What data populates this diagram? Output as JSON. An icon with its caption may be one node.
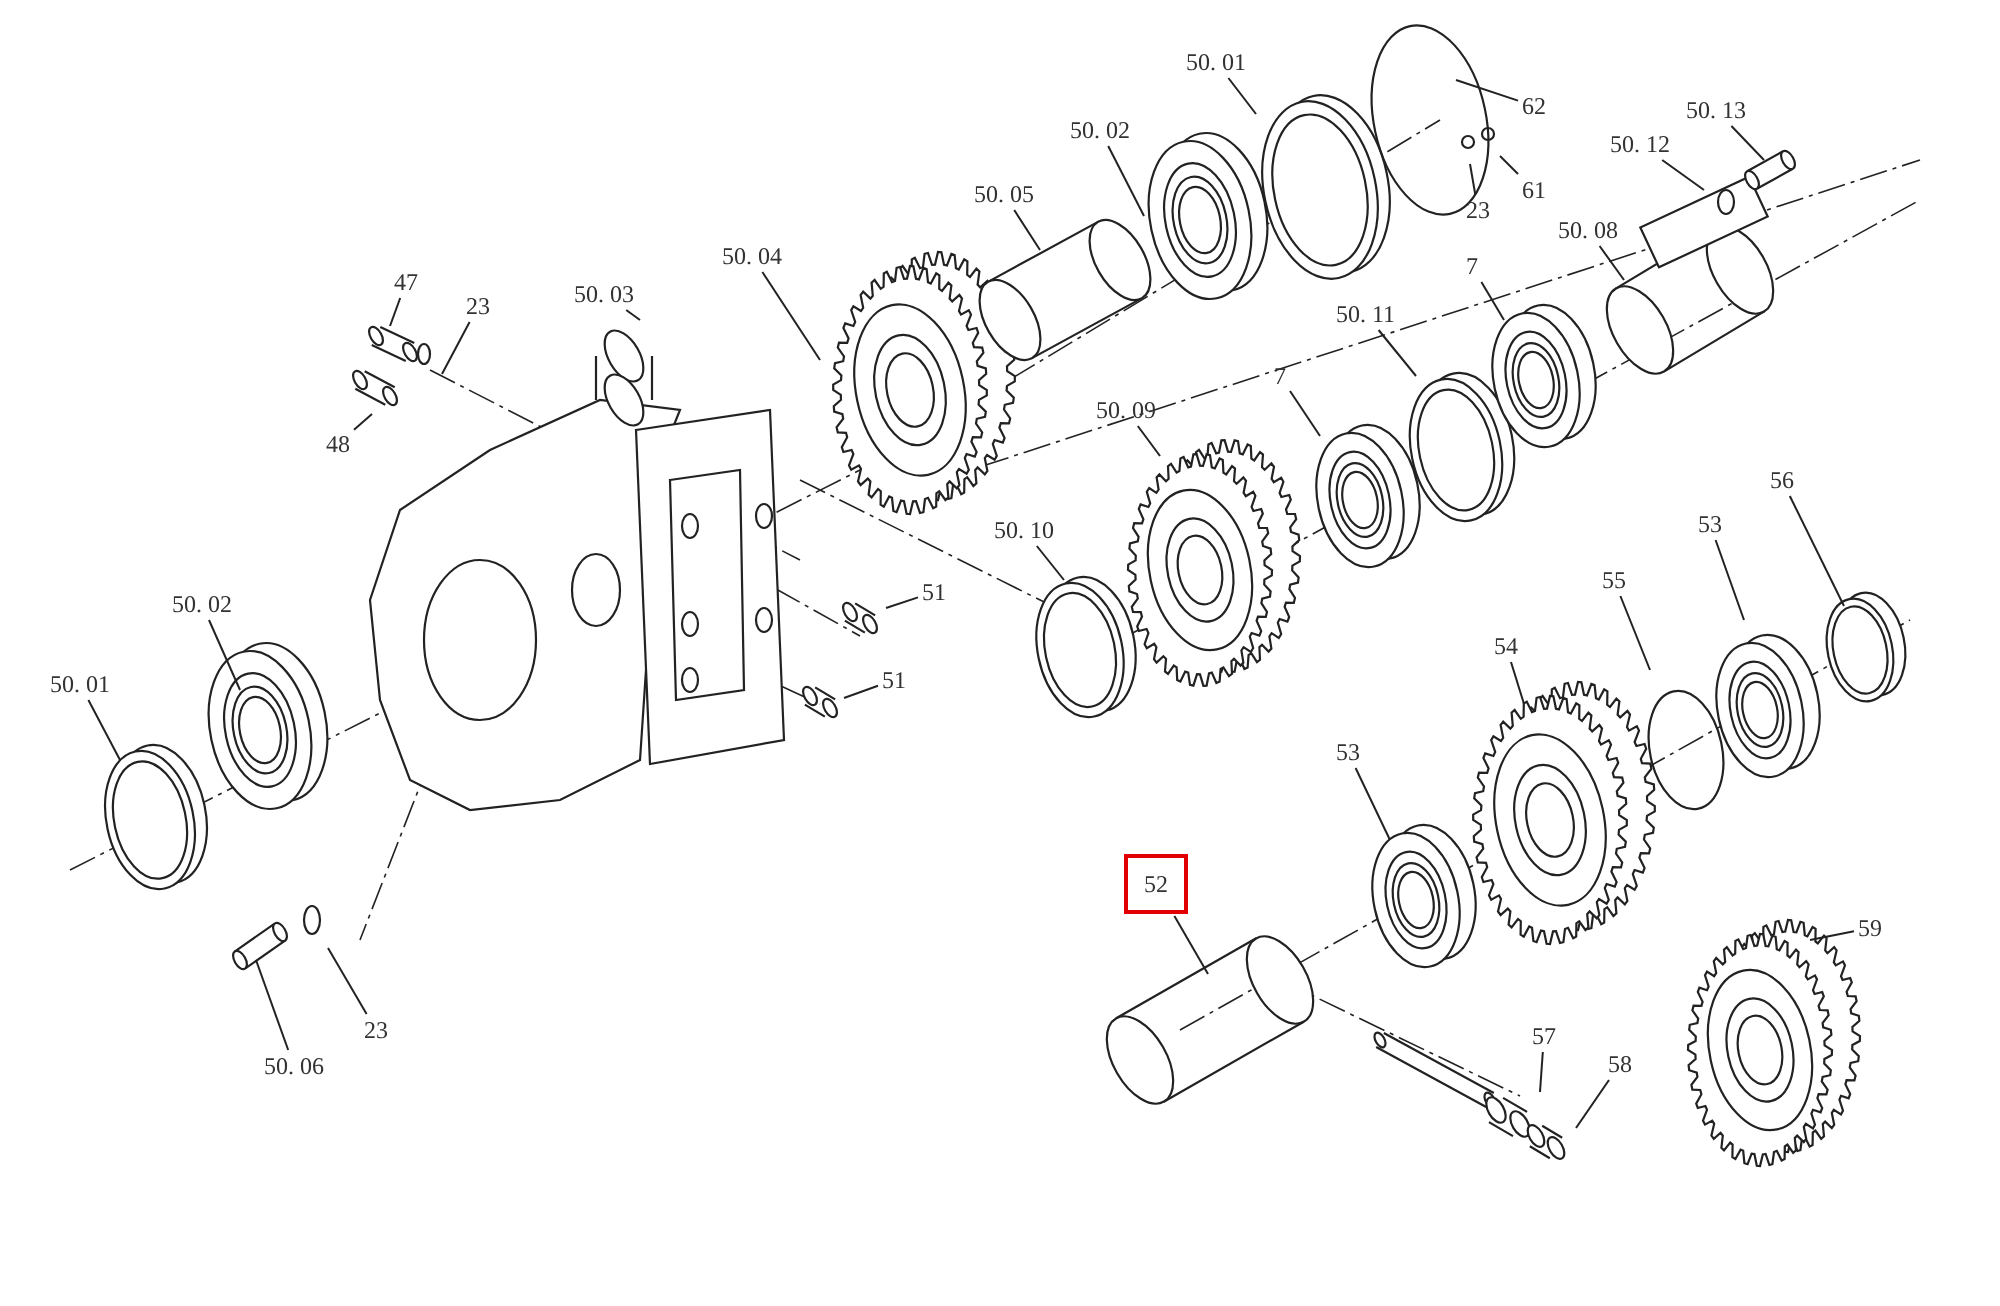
{
  "diagram": {
    "nodes": [
      {
        "text": [
          "50. 01"
        ]
      },
      {
        "text": [
          "62"
        ]
      },
      {
        "text": [
          "50. 13"
        ]
      },
      {
        "text": [
          "50. 02"
        ]
      },
      {
        "text": [
          "50. 12"
        ]
      },
      {
        "text": [
          "23"
        ]
      },
      {
        "text": [
          "61"
        ]
      },
      {
        "text": [
          "50. 05"
        ]
      },
      {
        "text": [
          "50. 04"
        ]
      },
      {
        "text": [
          "50. 08"
        ]
      },
      {
        "text": [
          "47"
        ]
      },
      {
        "text": [
          "23"
        ]
      },
      {
        "text": [
          "50. 03"
        ]
      },
      {
        "text": [
          "7"
        ]
      },
      {
        "text": [
          "50. 11"
        ]
      },
      {
        "text": [
          "7"
        ]
      },
      {
        "text": [
          "50. 09"
        ]
      },
      {
        "text": [
          "48"
        ]
      },
      {
        "text": [
          "56"
        ]
      },
      {
        "text": [
          "50. 10"
        ]
      },
      {
        "text": [
          "53"
        ]
      },
      {
        "text": [
          "55"
        ]
      },
      {
        "text": [
          "50. 02"
        ]
      },
      {
        "text": [
          "51"
        ]
      },
      {
        "text": [
          "54"
        ]
      },
      {
        "text": [
          "50. 01"
        ]
      },
      {
        "text": [
          "51"
        ]
      },
      {
        "text": [
          "53"
        ]
      },
      {
        "text": [
          "52"
        ]
      },
      {
        "text": [
          "59"
        ]
      },
      {
        "text": [
          "23"
        ]
      },
      {
        "text": [
          "57"
        ]
      },
      {
        "text": [
          "58"
        ]
      },
      {
        "text": [
          "50. 06"
        ]
      }
    ],
    "edges": [
      {
        "from": 0,
        "to": null,
        "arrow": "none"
      },
      {
        "from": 1,
        "to": null,
        "arrow": "none"
      },
      {
        "from": 2,
        "to": null,
        "arrow": "none"
      },
      {
        "from": 3,
        "to": null,
        "arrow": "none"
      },
      {
        "from": 4,
        "to": null,
        "arrow": "none"
      },
      {
        "from": 5,
        "to": null,
        "arrow": "none"
      },
      {
        "from": 6,
        "to": null,
        "arrow": "none"
      },
      {
        "from": 7,
        "to": null,
        "arrow": "none"
      },
      {
        "from": 8,
        "to": null,
        "arrow": "none"
      },
      {
        "from": 9,
        "to": null,
        "arrow": "none"
      },
      {
        "from": 10,
        "to": null,
        "arrow": "none"
      },
      {
        "from": 11,
        "to": null,
        "arrow": "none"
      },
      {
        "from": 12,
        "to": null,
        "arrow": "none"
      },
      {
        "from": 13,
        "to": null,
        "arrow": "none"
      },
      {
        "from": 14,
        "to": null,
        "arrow": "none"
      },
      {
        "from": 15,
        "to": null,
        "arrow": "none"
      },
      {
        "from": 16,
        "to": null,
        "arrow": "none"
      },
      {
        "from": 17,
        "to": null,
        "arrow": "none"
      },
      {
        "from": 18,
        "to": null,
        "arrow": "none"
      },
      {
        "from": 19,
        "to": null,
        "arrow": "none"
      },
      {
        "from": 20,
        "to": null,
        "arrow": "none"
      },
      {
        "from": 21,
        "to": null,
        "arrow": "none"
      },
      {
        "from": 22,
        "to": null,
        "arrow": "none"
      },
      {
        "from": 23,
        "to": null,
        "arrow": "none"
      },
      {
        "from": 24,
        "to": null,
        "arrow": "none"
      },
      {
        "from": 25,
        "to": null,
        "arrow": "none"
      },
      {
        "from": 26,
        "to": null,
        "arrow": "none"
      },
      {
        "from": 27,
        "to": null,
        "arrow": "none"
      },
      {
        "from": 28,
        "to": null,
        "arrow": "none"
      },
      {
        "from": 29,
        "to": null,
        "arrow": "none"
      },
      {
        "from": 30,
        "to": null,
        "arrow": "none"
      },
      {
        "from": 31,
        "to": null,
        "arrow": "none"
      },
      {
        "from": 32,
        "to": null,
        "arrow": "none"
      },
      {
        "from": 33,
        "to": null,
        "arrow": "none"
      }
    ]
  }
}
